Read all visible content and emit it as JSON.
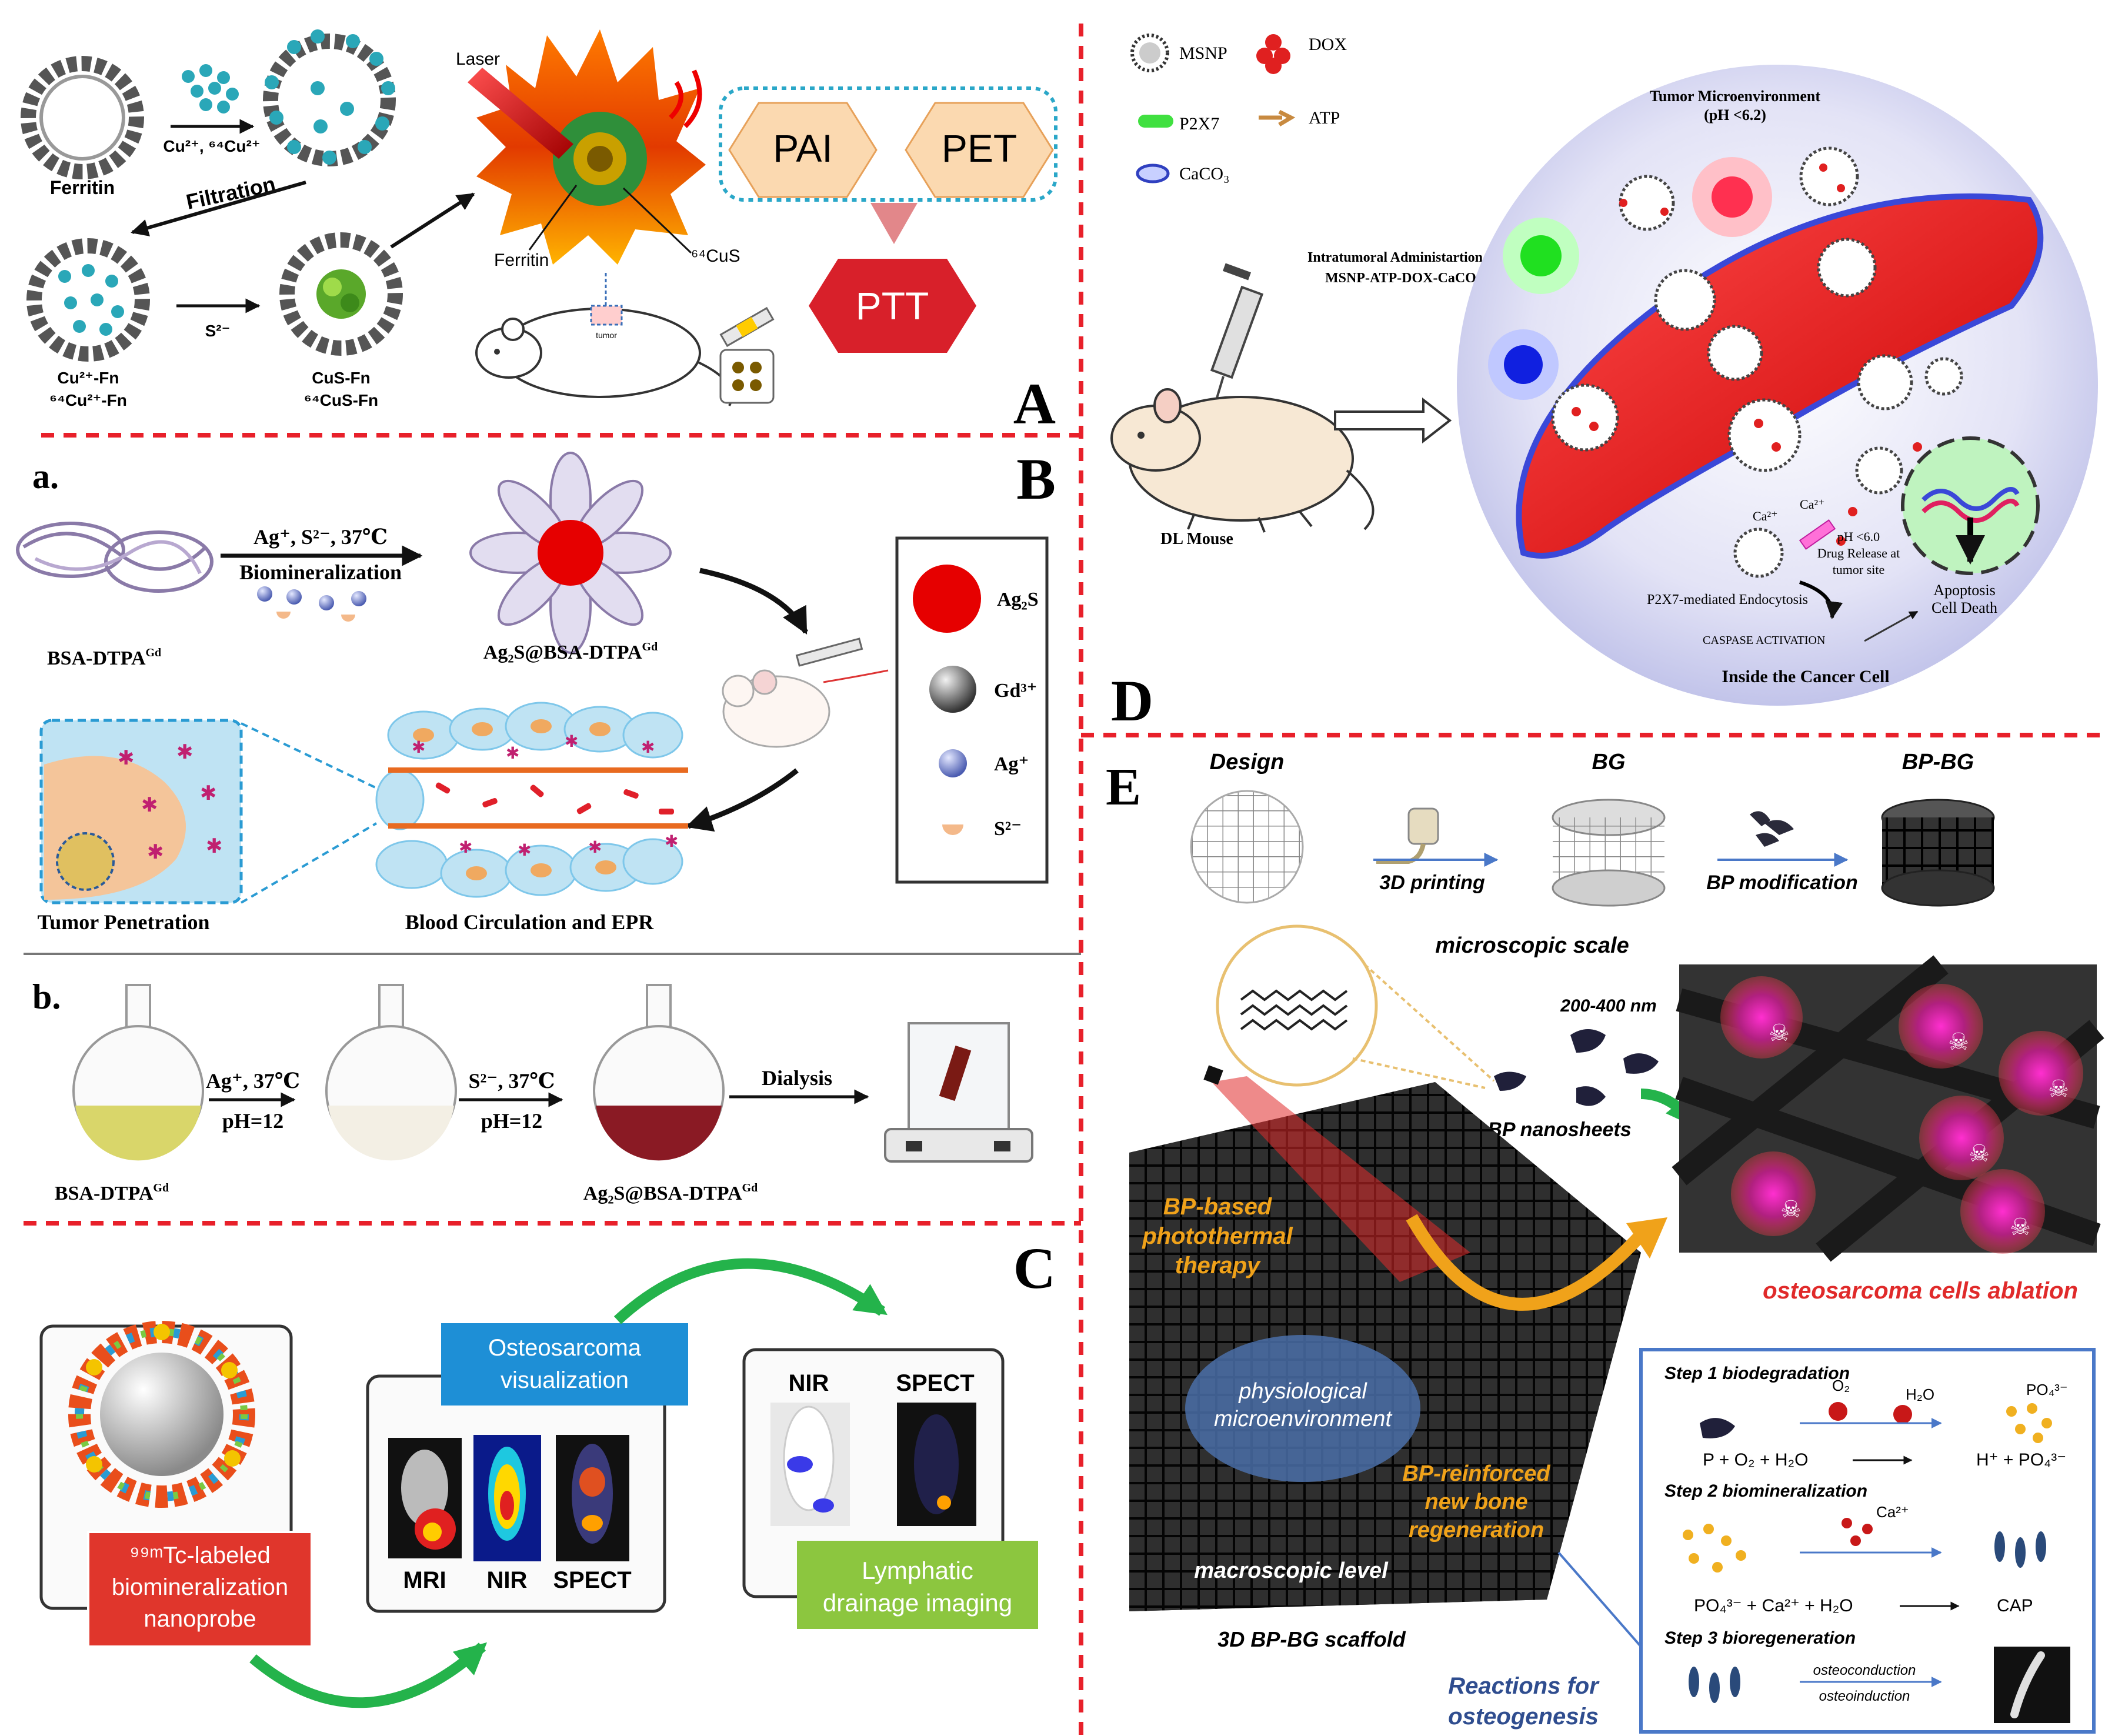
{
  "panels": {
    "A": {
      "letter": "A",
      "ferritin": "Ferritin",
      "ions": "Cu²⁺, ⁶⁴Cu²⁺",
      "filtration": "Filtration",
      "s2": "S²⁻",
      "cu_fn_1": "Cu²⁺-Fn",
      "cu_fn_2": "⁶⁴Cu²⁺-Fn",
      "cus_fn_1": "CuS-Fn",
      "cus_fn_2": "⁶⁴CuS-Fn",
      "laser": "Laser",
      "ferritin_label": "Ferritin",
      "cus": "⁶⁴CuS",
      "tumor": "tumor",
      "pai": "PAI",
      "pet": "PET",
      "ptt": "PTT"
    },
    "B": {
      "letter": "B",
      "sub_a": "a.",
      "sub_b": "b.",
      "conditions": "Ag⁺, S²⁻, 37℃",
      "biomineralization": "Biomineralization",
      "bsa_dtpa": "BSA-DTPA",
      "gd_sup": "Gd",
      "ag2s_bsa": "Ag₂S@BSA-DTPA",
      "tumor_penetration": "Tumor Penetration",
      "blood_circulation": "Blood Circulation and EPR",
      "legend": [
        "Ag₂S",
        "Gd³⁺",
        "Ag⁺",
        "S²⁻"
      ],
      "step1_top": "Ag⁺, 37℃",
      "step1_bottom": "pH=12",
      "step2_top": "S²⁻, 37℃",
      "step2_bottom": "pH=12",
      "dialysis": "Dialysis",
      "bsa_dtpa_b": "BSA-DTPA",
      "ag2s_bsa_b": "Ag₂S@BSA-DTPA"
    },
    "C": {
      "letter": "C",
      "probe_l1": "⁹⁹ᵐTc-labeled",
      "probe_l2": "biomineralization",
      "probe_l3": "nanoprobe",
      "osteo_l1": "Osteosarcoma",
      "osteo_l2": "visualization",
      "mri": "MRI",
      "nir": "NIR",
      "spect": "SPECT",
      "nir2": "NIR",
      "spect2": "SPECT",
      "lymph_l1": "Lymphatic",
      "lymph_l2": "drainage imaging"
    },
    "D": {
      "letter": "D",
      "msnp": "MSNP",
      "dox": "DOX",
      "p2x7": "P2X7",
      "atp": "ATP",
      "caco3": "CaCO₃",
      "admin_l1": "Intratumoral Administartion of",
      "admin_l2": "MSNP-ATP-DOX-CaCO₃",
      "dl_mouse": "DL Mouse",
      "tme_l1": "Tumor Microenvironment",
      "tme_l2": "(pH <6.2)",
      "ca1": "Ca²⁺",
      "ca2": "Ca²⁺",
      "ph_l1": "pH <6.0",
      "ph_l2": "Drug Release at",
      "ph_l3": "tumor site",
      "endocytosis": "P2X7-mediated Endocytosis",
      "caspase": "CASPASE ACTIVATION",
      "apop_l1": "Apoptosis",
      "apop_l2": "Cell Death",
      "inside": "Inside the Cancer Cell"
    },
    "E": {
      "letter": "E",
      "design": "Design",
      "bg": "BG",
      "bpbg": "BP-BG",
      "printing": "3D printing",
      "bp_mod": "BP modification",
      "micro": "microscopic scale",
      "nm": "200-400 nm",
      "nanosheets": "2D BP nanosheets",
      "ptt_l1": "BP-based",
      "ptt_l2": "photothermal",
      "ptt_l3": "therapy",
      "ablation": "osteosarcoma cells ablation",
      "phys_l1": "physiological",
      "phys_l2": "microenvironment",
      "reinf_l1": "BP-reinforced",
      "reinf_l2": "new bone",
      "reinf_l3": "regeneration",
      "macro": "macroscopic level",
      "scaffold": "3D BP-BG scaffold",
      "reactions_l1": "Reactions for",
      "reactions_l2": "osteogenesis",
      "step1": "Step 1 biodegradation",
      "o2": "O₂",
      "h2o": "H₂O",
      "po4": "PO₄³⁻",
      "eq1_left": "P + O₂ + H₂O",
      "eq1_right": "H⁺ + PO₄³⁻",
      "step2": "Step 2 biomineralization",
      "ca": "Ca²⁺",
      "eq2_left": "PO₄³⁻ + Ca²⁺ + H₂O",
      "eq2_right": "CAP",
      "step3": "Step 3 bioregeneration",
      "osteoconduction": "osteoconduction",
      "osteoinduction": "osteoinduction"
    }
  },
  "colors": {
    "divider": "#e8202a",
    "ptt": "#d8202a",
    "hex_orange": "#fbd9b0",
    "blue_box": "#1e8fd6",
    "red_box": "#e0362c",
    "green_box": "#8cc63f",
    "green_arrow": "#24b34b",
    "title_blue": "#2f4d8f",
    "orange_text": "#f0a21a",
    "ablation_red": "#e02a2a"
  }
}
